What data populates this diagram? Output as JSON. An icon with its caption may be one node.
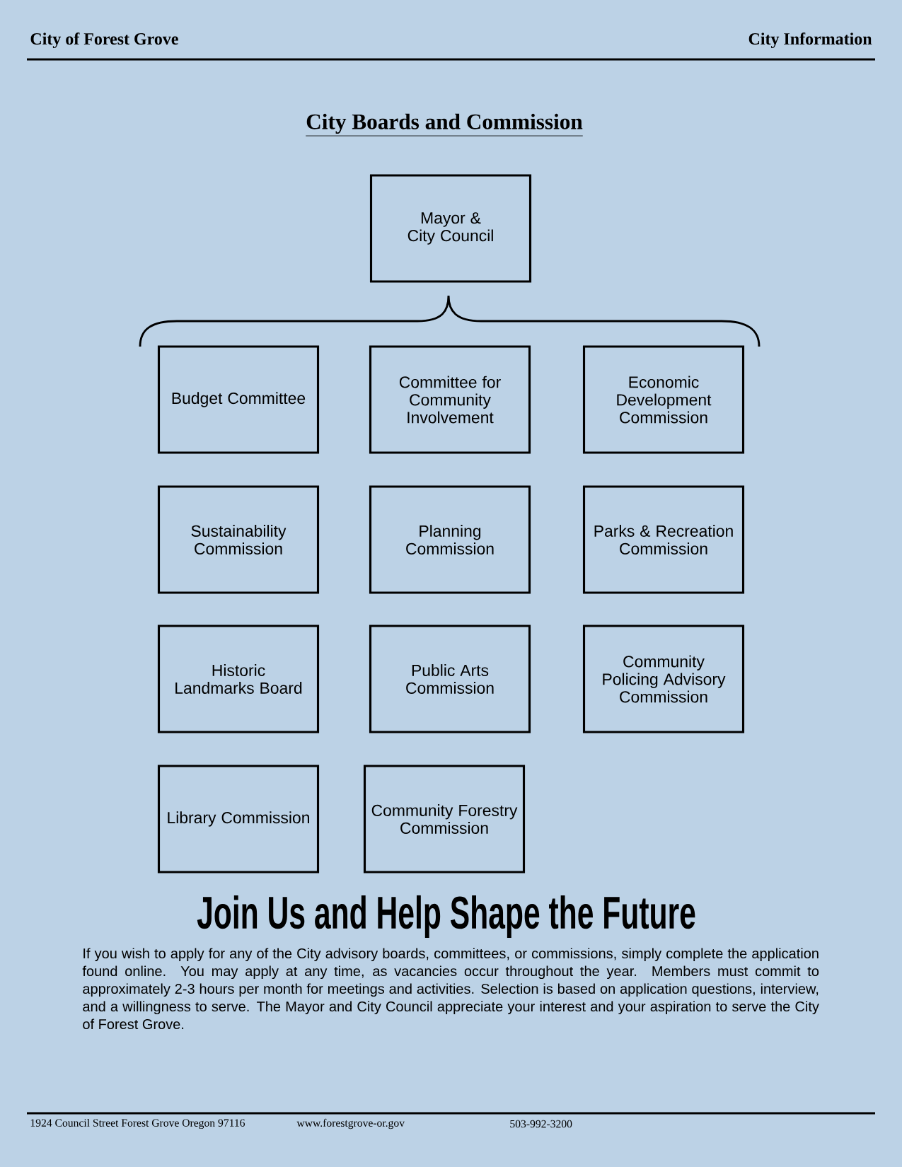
{
  "diagram": {
    "title": "City Boards and Commission",
    "nodes": [
      {
        "text": [
          "Mayor & City Council"
        ]
      },
      {
        "text": [
          "Budget Committee"
        ]
      },
      {
        "text": [
          "Committee for Community Involvement"
        ]
      },
      {
        "text": [
          "Economic Development Commission"
        ]
      },
      {
        "text": [
          "Sustainability Commission"
        ]
      },
      {
        "text": [
          "Planning Commission"
        ]
      },
      {
        "text": [
          "Parks & Recreation Commission"
        ]
      },
      {
        "text": [
          "Historic Landmarks Board"
        ]
      },
      {
        "text": [
          "Public Arts Commission"
        ]
      },
      {
        "text": [
          "Community Policing Advisory Commission"
        ]
      },
      {
        "text": [
          "Library Commission"
        ]
      },
      {
        "text": [
          "Community Forestry Commission"
        ]
      }
    ],
    "labels": [
      "City of Forest Grove",
      "City Information",
      "Join Us and Help Shape the Future",
      "If you wish to apply for any of the City advisory boards, committees, or commissions, simply complete the application found online. You may apply at any time, as vacancies occur throughout the year. Members must commit to approximately 2-3 hours per month for meetings and activities. Selection is based on application questions, interview, and a willingness to serve. The Mayor and City Council appreciate your interest and your aspiration to serve the City of Forest Grove.",
      "1924 Council Street Forest Grove Oregon 97116",
      "www.forestgrove-or.gov",
      "503-992-3200"
    ]
  }
}
